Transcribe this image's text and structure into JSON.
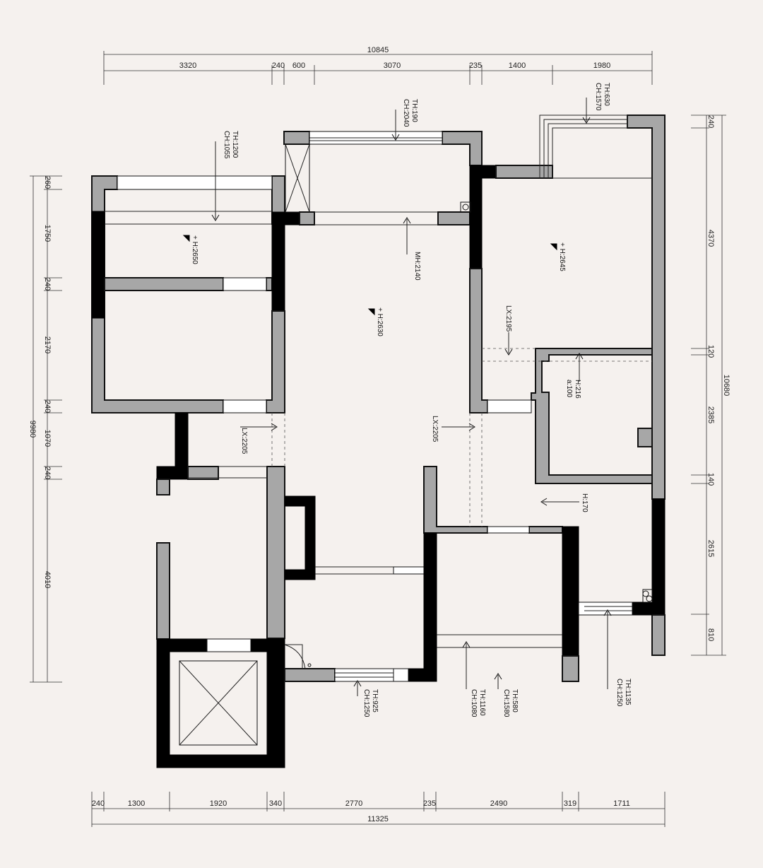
{
  "dimensions": {
    "top_total": "10845",
    "top_segments": [
      "3320",
      "240",
      "600",
      "3070",
      "235",
      "1400",
      "1980"
    ],
    "bottom_total": "11325",
    "bottom_segments": [
      "240",
      "1300",
      "1920",
      "340",
      "2770",
      "235",
      "2490",
      "319",
      "1711"
    ],
    "left_total": "9980",
    "left_segments": [
      "260",
      "1750",
      "240",
      "2170",
      "240",
      "1070",
      "240",
      "4010"
    ],
    "right_total": "10680",
    "right_segments": [
      "240",
      "4370",
      "120",
      "2385",
      "140",
      "2615",
      "810"
    ]
  },
  "annotations": {
    "th1200": "TH:1200",
    "ch1055": "CH:1055",
    "th190": "TH:190",
    "ch2040": "CH:2040",
    "th630": "TH:630",
    "ch1570": "CH:1570",
    "h2650": "+ H:2650",
    "mh2140": "MH:2140",
    "h2630": "+ H:2630",
    "h2645": "+ H:2645",
    "lx2195": "LX:2195",
    "h216": "H:216",
    "a100": "a:100",
    "lx2205a": "LX:2205",
    "lx2205b": "LX:2205",
    "h170": "H:170",
    "th925": "TH:925",
    "ch1250a": "CH:1250",
    "th1160": "TH:1160",
    "ch1080": "CH:1080",
    "th580": "TH:580",
    "ch1580": "CH:1580",
    "th1135": "TH:1135",
    "ch1250b": "CH:1250"
  }
}
